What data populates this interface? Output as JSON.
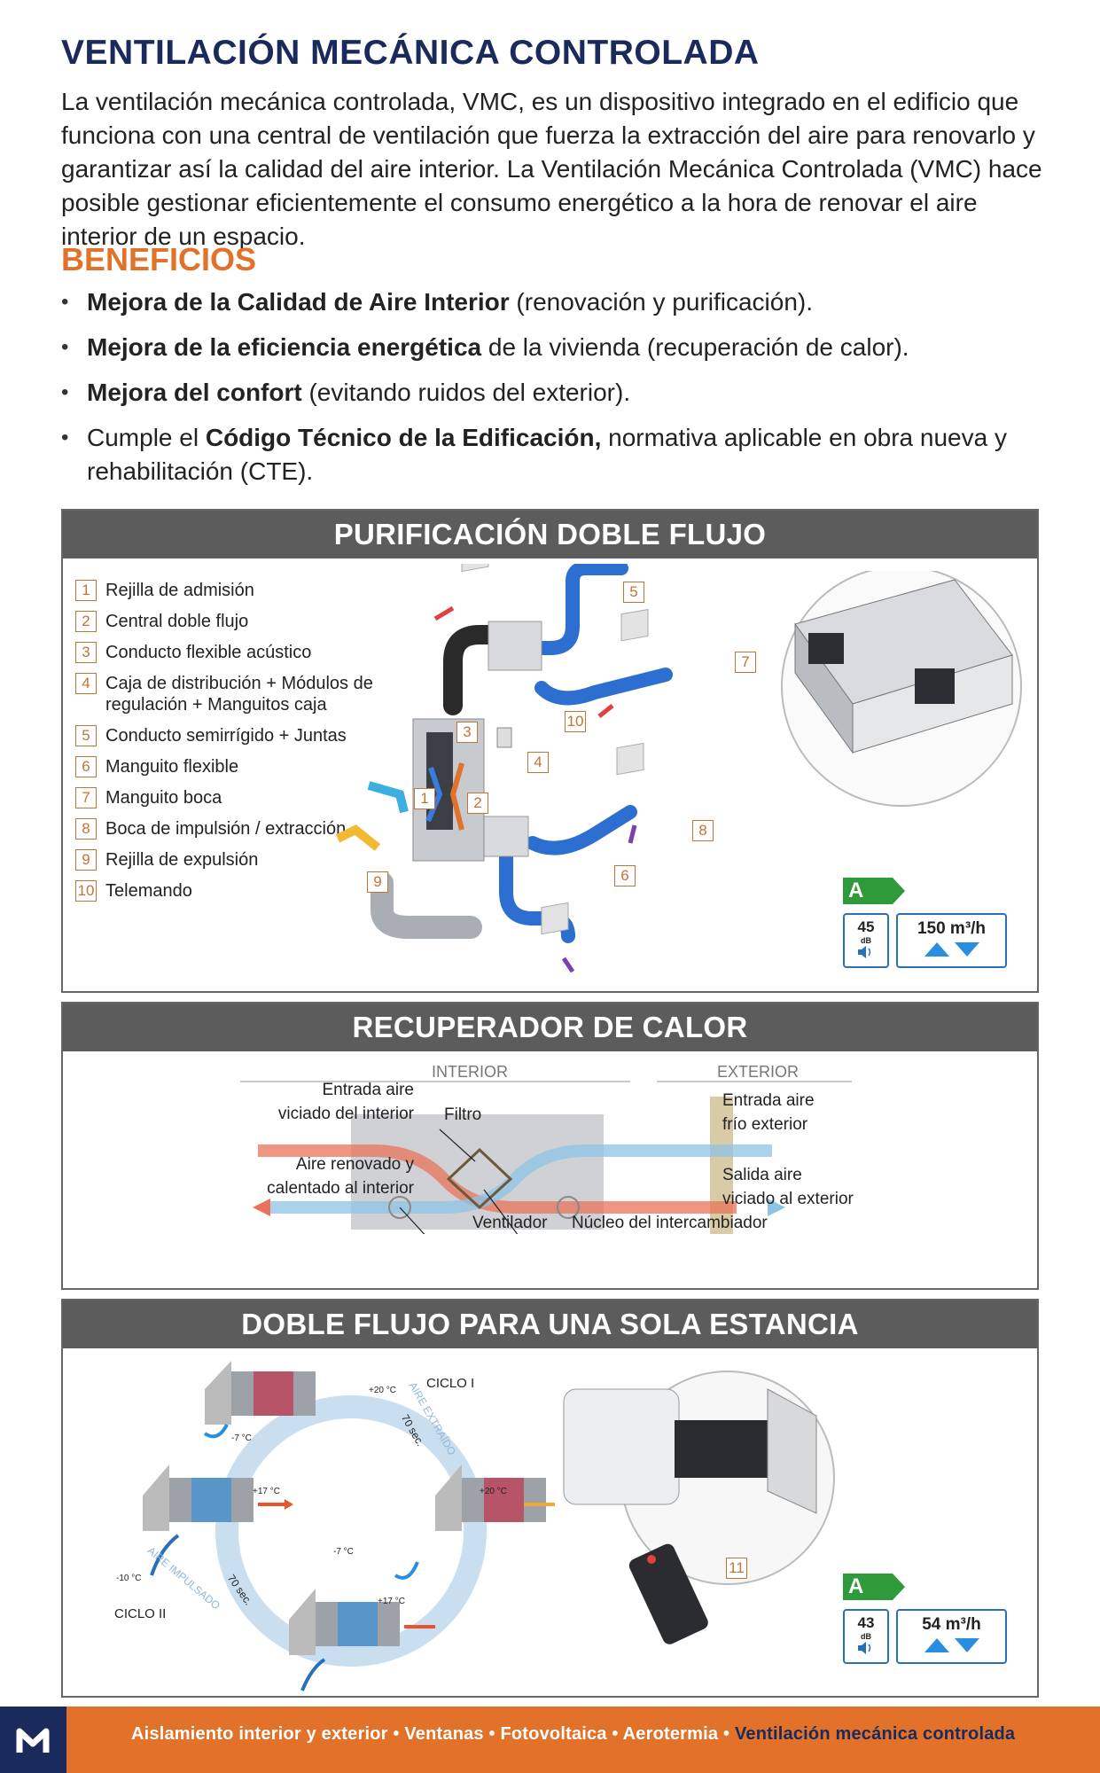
{
  "header": {
    "title": "VENTILACIÓN MECÁNICA CONTROLADA",
    "intro": "La ventilación mecánica controlada, VMC, es un dispositivo integrado en el edificio que funciona con una central de ventilación que fuerza la extracción del aire para renovarlo y garantizar así la calidad del aire interior. La Ventilación Mecánica Controlada (VMC) hace posible gestionar eficientemente el consumo energético a la hora de renovar el aire interior de un espacio."
  },
  "benefits": {
    "title": "BENEFICIOS",
    "items": [
      {
        "pre": "",
        "bold": "Mejora de la Calidad de Aire Interior",
        "post": " (renovación y purificación)."
      },
      {
        "pre": "",
        "bold": "Mejora de la eficiencia energética",
        "post": " de la vivienda (recuperación de calor)."
      },
      {
        "pre": "",
        "bold": "Mejora del confort",
        "post": " (evitando ruidos del exterior)."
      },
      {
        "pre": "Cumple el ",
        "bold": "Código Técnico de la Edificación,",
        "post": " normativa aplicable en obra nueva y rehabilitación (CTE)."
      }
    ]
  },
  "panel1": {
    "title": "PURIFICACIÓN DOBLE FLUJO",
    "legend": [
      {
        "num": "1",
        "label": "Rejilla de admisión"
      },
      {
        "num": "2",
        "label": "Central doble flujo"
      },
      {
        "num": "3",
        "label": "Conducto flexible acústico"
      },
      {
        "num": "4",
        "label": "Caja de distribución + Módulos de regulación + Manguitos caja"
      },
      {
        "num": "5",
        "label": "Conducto semirrígido + Juntas"
      },
      {
        "num": "6",
        "label": "Manguito flexible"
      },
      {
        "num": "7",
        "label": "Manguito boca"
      },
      {
        "num": "8",
        "label": "Boca de impulsión / extracción"
      },
      {
        "num": "9",
        "label": "Rejilla de expulsión"
      },
      {
        "num": "10",
        "label": "Telemando"
      }
    ],
    "energy": {
      "class": "A",
      "db": "45",
      "db_unit": "dB",
      "flow": "150 m³/h"
    }
  },
  "panel2": {
    "title": "RECUPERADOR DE CALOR",
    "interior": "INTERIOR",
    "exterior": "EXTERIOR",
    "entrada_viciado": "Entrada aire viciado del interior",
    "aire_renovado": "Aire renovado y calentado al interior",
    "filtro": "Filtro",
    "ventilador": "Ventilador",
    "nucleo": "Núcleo del intercambiador",
    "entrada_frio": "Entrada aire frío exterior",
    "salida_viciado": "Salida aire viciado al exterior",
    "colors": {
      "warm": "#e8735a",
      "cold": "#8ec3e6"
    }
  },
  "panel3": {
    "title": "DOBLE FLUJO PARA UNA SOLA ESTANCIA",
    "ciclo1": "CICLO I",
    "ciclo2": "CICLO II",
    "aire_extraido": "AIRE EXTRAÍDO",
    "aire_impulsado": "AIRE IMPULSADO",
    "sec_top": "70 sec.",
    "sec_bottom": "70 sec.",
    "temps": {
      "t1": "+20 °C",
      "t2": "-7 °C",
      "t3": "+17 °C",
      "t4": "+20 °C",
      "t5": "-7 °C",
      "t6": "-10 °C",
      "t7": "+17 °C"
    },
    "callout": "11",
    "energy": {
      "class": "A",
      "db": "43",
      "db_unit": "dB",
      "flow": "54 m³/h"
    }
  },
  "footer": {
    "items": "Aislamiento interior y exterior • Ventanas • Fotovoltaica • Aerotermia • ",
    "current": "Ventilación mecánica controlada"
  }
}
